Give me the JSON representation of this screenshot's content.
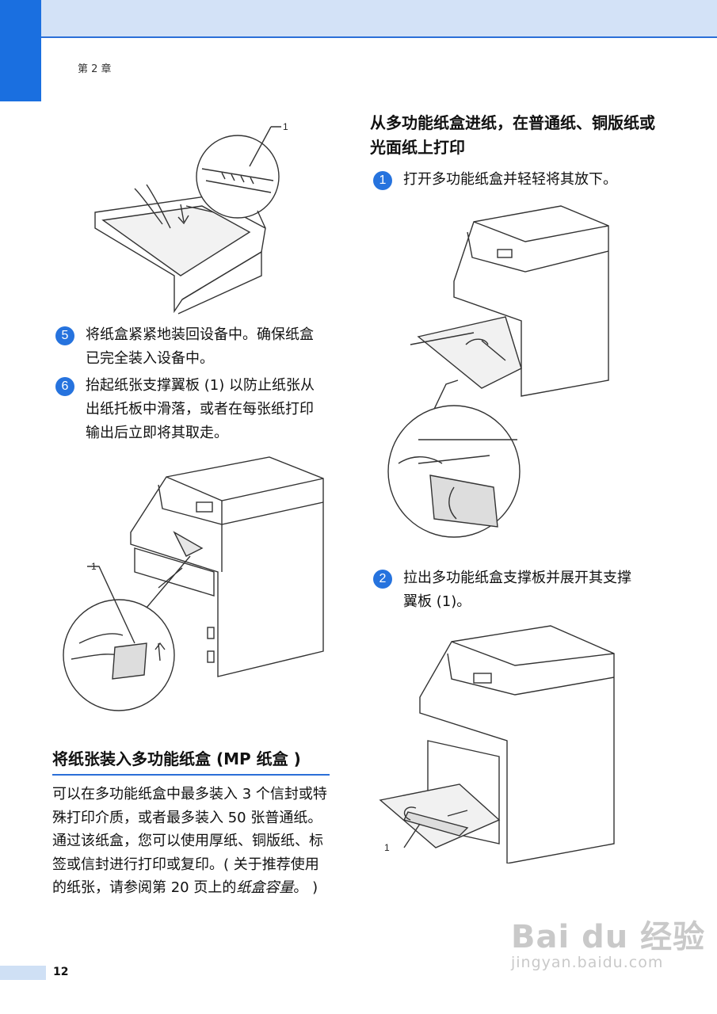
{
  "header": {
    "chapter": "第 2 章"
  },
  "figures": {
    "tray": {
      "callout": "1"
    },
    "printer_flap": {
      "callout": "1"
    },
    "printer_mp_support": {
      "callout": "1"
    }
  },
  "left_steps": [
    {
      "num": "5",
      "text": "将纸盒紧紧地装回设备中。确保纸盒已完全装入设备中。"
    },
    {
      "num": "6",
      "text": "抬起纸张支撑翼板 (1) 以防止纸张从出纸托板中滑落，或者在每张纸打印输出后立即将其取走。"
    }
  ],
  "section": {
    "title": "将纸张装入多功能纸盒 (MP 纸盒 )",
    "para_main": "可以在多功能纸盒中最多装入 3 个信封或特殊打印介质，或者最多装入 50 张普通纸。通过该纸盒，您可以使用厚纸、铜版纸、标签或信封进行打印或复印。( 关于推荐使用的纸张，请参阅第 20 页上的",
    "para_link": "纸盒容量",
    "para_end": "。 )"
  },
  "right": {
    "heading": "从多功能纸盒进纸，在普通纸、铜版纸或光面纸上打印",
    "steps": [
      {
        "num": "1",
        "text": "打开多功能纸盒并轻轻将其放下。"
      },
      {
        "num": "2",
        "text": "拉出多功能纸盒支撑板并展开其支撑翼板 (1)。"
      }
    ]
  },
  "footer": {
    "page_number": "12"
  },
  "watermark": {
    "main": "Bai du 经验",
    "sub": "jingyan.baidu.com"
  }
}
